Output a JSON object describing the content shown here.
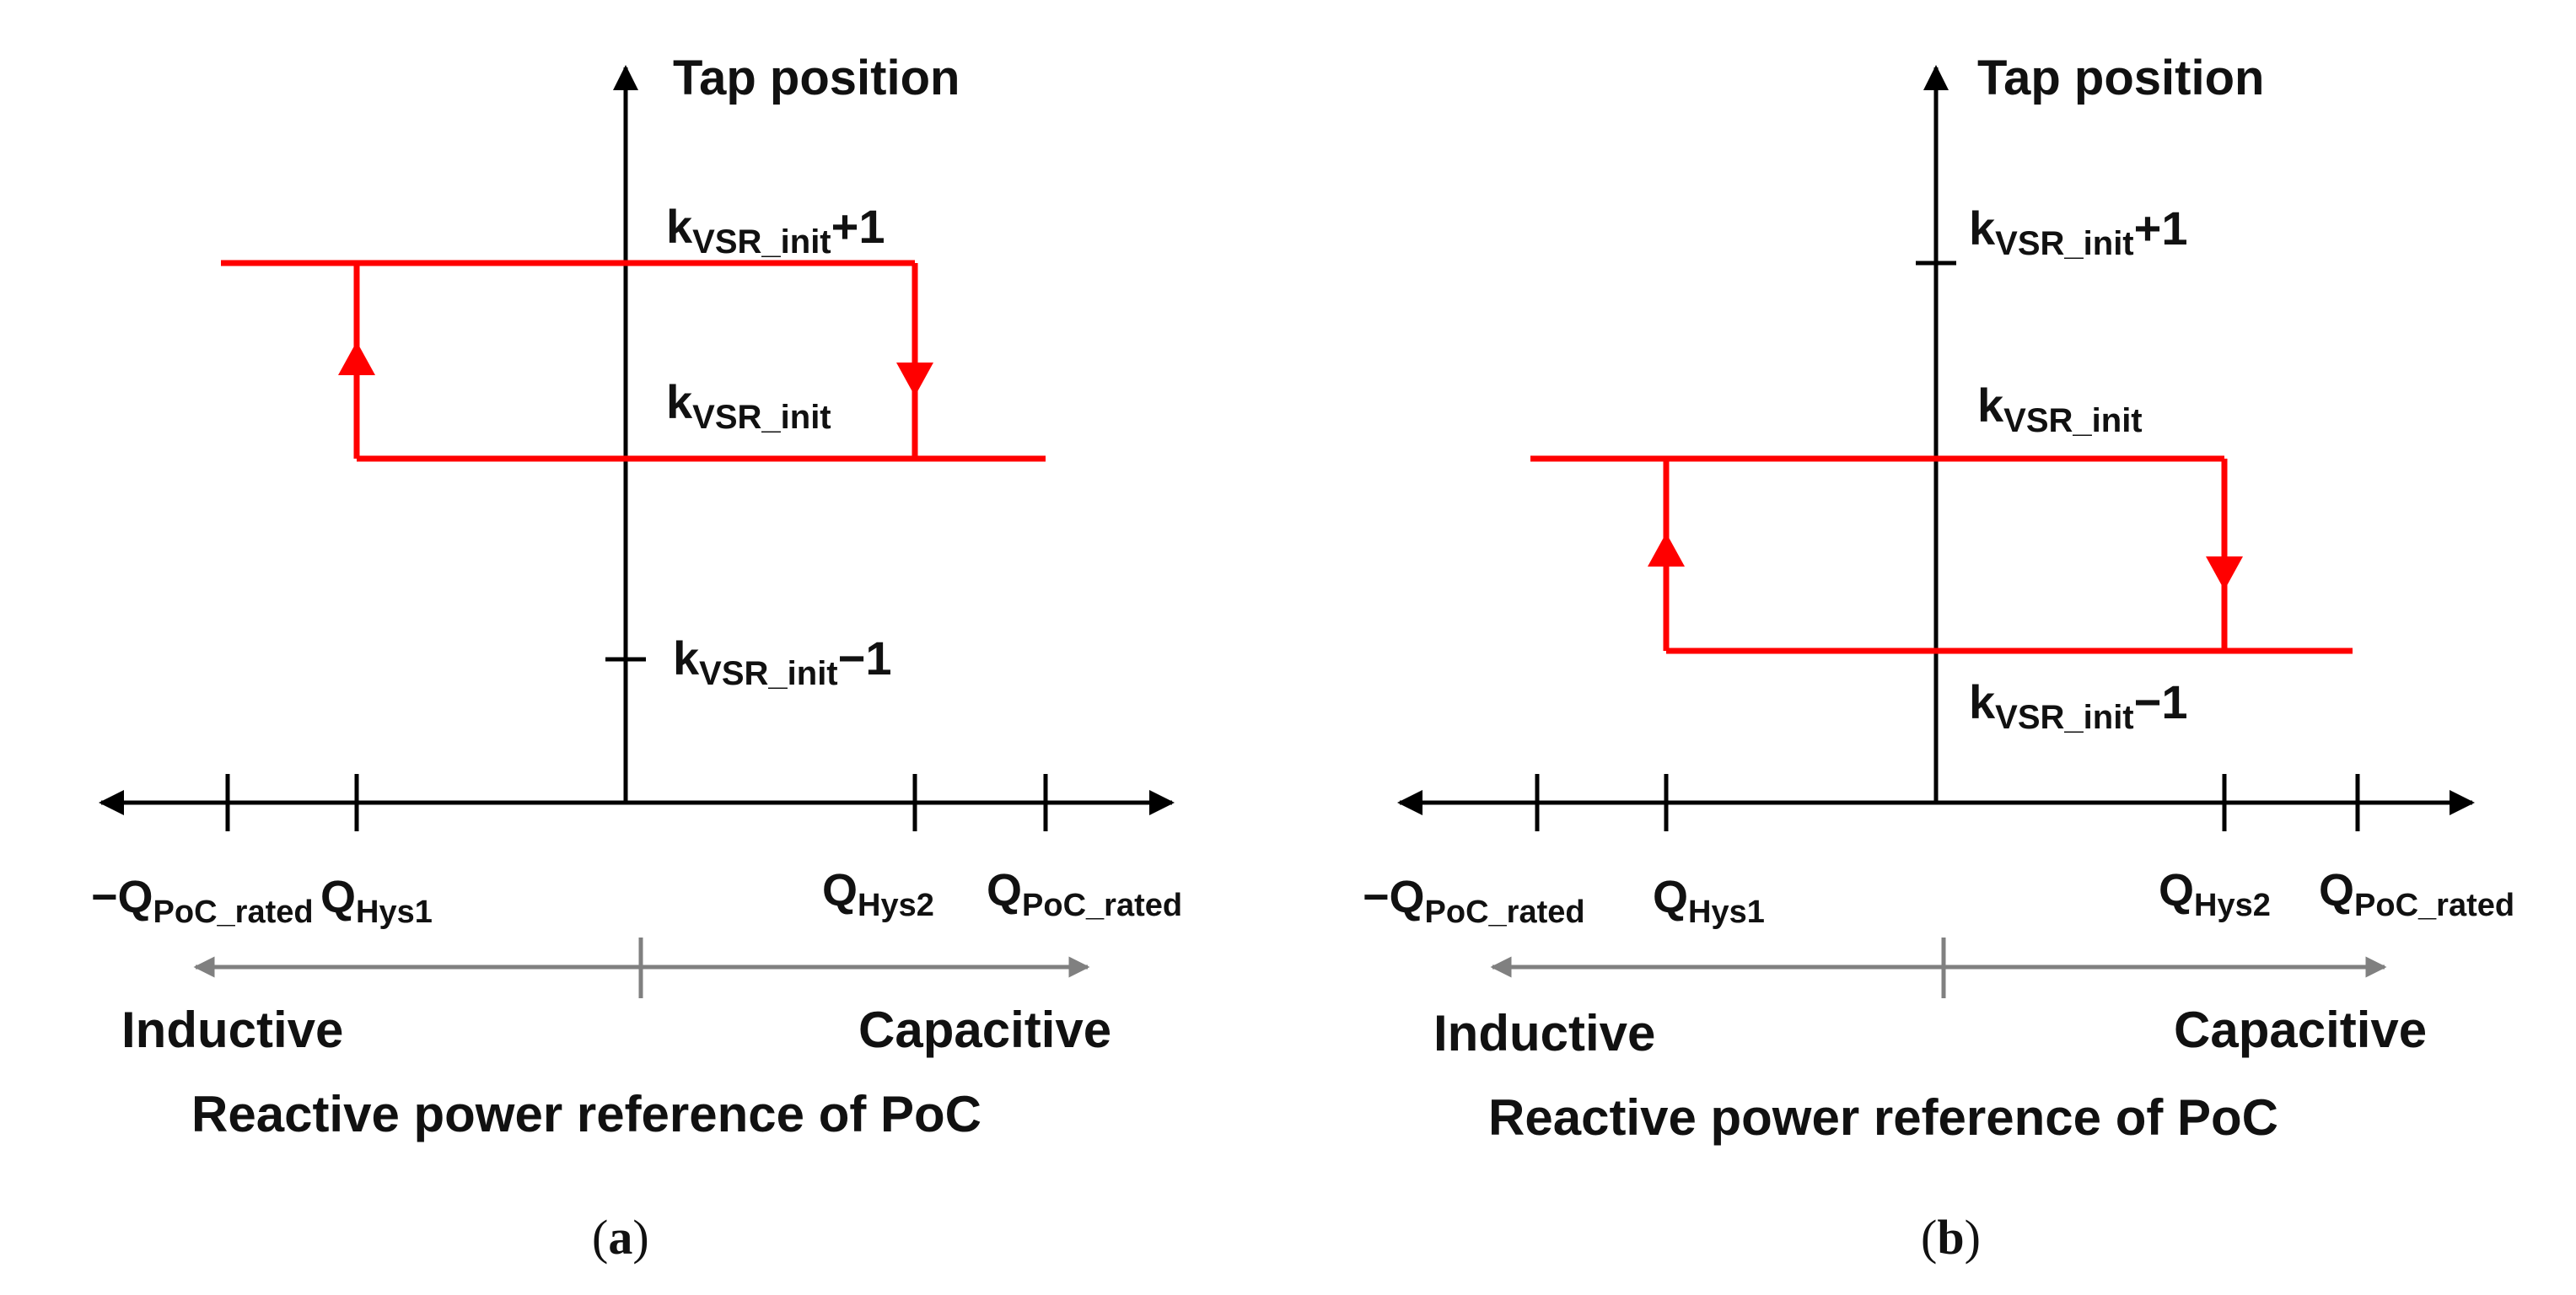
{
  "colors": {
    "axis": "#000000",
    "hysteresis": "#ff0000",
    "direction_arrow": "#808080",
    "text": "#111111"
  },
  "panels": [
    {
      "id": "a",
      "y_axis_label": "Tap position",
      "levels": {
        "upper": {
          "base": "k",
          "sub": "VSR_init",
          "suffix": "+1"
        },
        "middle": {
          "base": "k",
          "sub": "VSR_init",
          "suffix": ""
        },
        "lower": {
          "base": "k",
          "sub": "VSR_init",
          "suffix": "−1"
        }
      },
      "x_ticks": [
        {
          "base": "−Q",
          "sub": "PoC_rated"
        },
        {
          "base": "Q",
          "sub": "Hys1"
        },
        {
          "base": "Q",
          "sub": "Hys2"
        },
        {
          "base": "Q",
          "sub": "PoC_rated"
        }
      ],
      "left_region": "Inductive",
      "right_region": "Capacitive",
      "x_axis_label": "Reactive power reference of PoC",
      "caption_open": "(",
      "caption_letter": "a",
      "caption_close": ")"
    },
    {
      "id": "b",
      "y_axis_label": "Tap position",
      "levels": {
        "upper": {
          "base": "k",
          "sub": "VSR_init",
          "suffix": "+1"
        },
        "middle": {
          "base": "k",
          "sub": "VSR_init",
          "suffix": ""
        },
        "lower": {
          "base": "k",
          "sub": "VSR_init",
          "suffix": "−1"
        }
      },
      "x_ticks": [
        {
          "base": "−Q",
          "sub": "PoC_rated"
        },
        {
          "base": "Q",
          "sub": "Hys1"
        },
        {
          "base": "Q",
          "sub": "Hys2"
        },
        {
          "base": "Q",
          "sub": "PoC_rated"
        }
      ],
      "left_region": "Inductive",
      "right_region": "Capacitive",
      "x_axis_label": "Reactive power reference of PoC",
      "caption_open": "(",
      "caption_letter": "b",
      "caption_close": ")"
    }
  ]
}
